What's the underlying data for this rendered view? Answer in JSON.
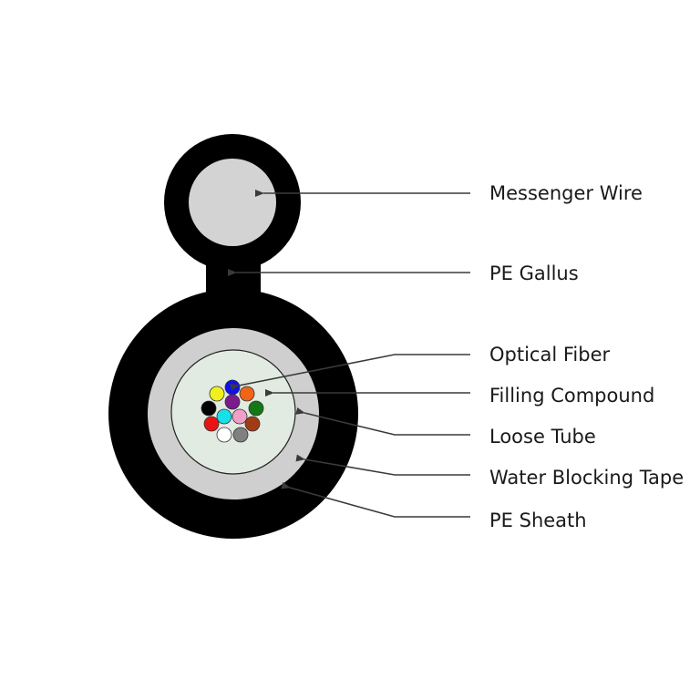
{
  "labels": {
    "messenger_wire": "Messenger Wire",
    "pe_gallus": "PE Gallus",
    "optical_fiber": "Optical Fiber",
    "filling_compound": "Filling Compound",
    "loose_tube": "Loose Tube",
    "water_blocking_tape": "Water Blocking Tape",
    "pe_sheath": "PE Sheath"
  },
  "colors": {
    "sheath": "#000000",
    "messenger_wire": "#d3d3d3",
    "water_blocking_tape": "#cfcfcf",
    "loose_tube_fill": "#e2ebe2",
    "leader_line": "#3a3a3a"
  },
  "fibers": [
    {
      "name": "blue",
      "color": "#1010ee"
    },
    {
      "name": "orange",
      "color": "#f06418"
    },
    {
      "name": "yellow",
      "color": "#f0f020"
    },
    {
      "name": "purple",
      "color": "#7a1a8c"
    },
    {
      "name": "black",
      "color": "#000000"
    },
    {
      "name": "green",
      "color": "#147814"
    },
    {
      "name": "aqua",
      "color": "#18e0e8"
    },
    {
      "name": "rose",
      "color": "#f0a0c8"
    },
    {
      "name": "red",
      "color": "#e81414"
    },
    {
      "name": "brown",
      "color": "#a03c14"
    },
    {
      "name": "white",
      "color": "#ffffff"
    },
    {
      "name": "slate",
      "color": "#808080"
    }
  ]
}
